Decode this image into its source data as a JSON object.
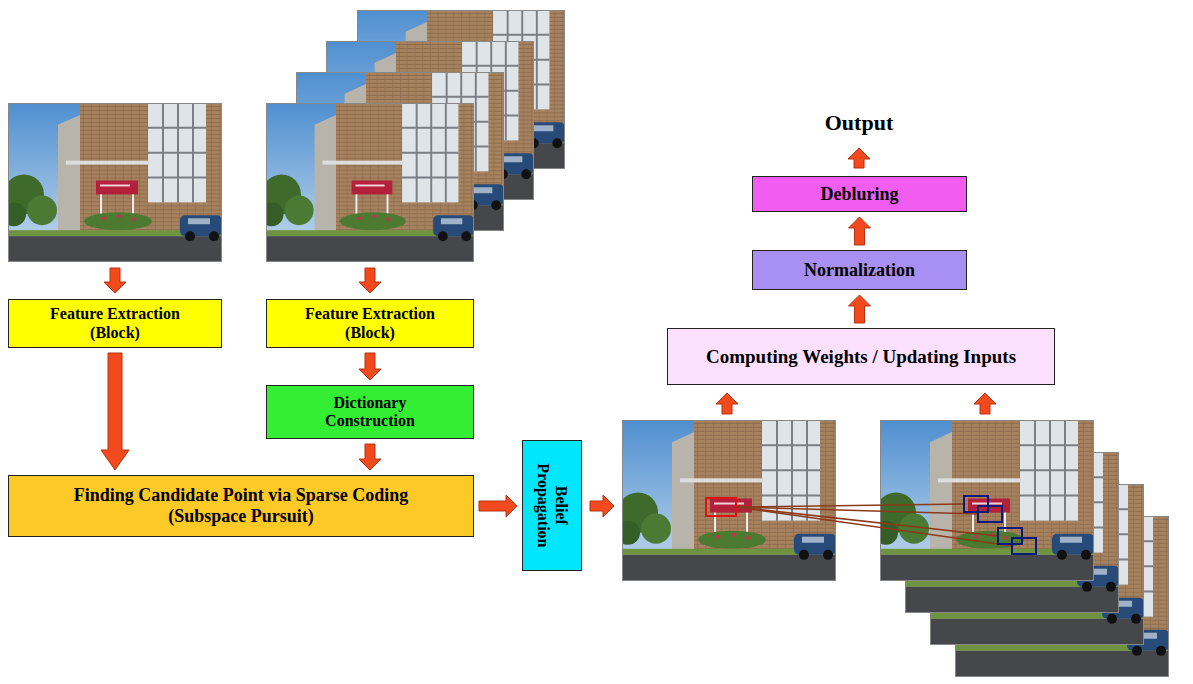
{
  "diagram": {
    "nodes": [
      {
        "text": [
          "Feature Extraction (Block)"
        ]
      },
      {
        "text": [
          "Feature Extraction (Block)"
        ]
      },
      {
        "text": [
          "Dictionary Construction"
        ]
      },
      {
        "text": [
          "Finding Candidate Point via Sparse Coding (Subspace Pursuit)"
        ]
      },
      {
        "text": [
          "Belief Propagation"
        ]
      },
      {
        "text": [
          "Computing Weights / Updating Inputs"
        ]
      },
      {
        "text": [
          "Normalization"
        ]
      },
      {
        "text": [
          "Debluring"
        ]
      }
    ],
    "edges": [
      {
        "from": 0,
        "to": 3,
        "arrow": "to"
      },
      {
        "from": 1,
        "to": 2,
        "arrow": "to"
      },
      {
        "from": 2,
        "to": 3,
        "arrow": "to"
      },
      {
        "from": 3,
        "to": 4,
        "arrow": "to"
      },
      {
        "from": 5,
        "to": 6,
        "arrow": "to"
      },
      {
        "from": 6,
        "to": 7,
        "arrow": "to"
      }
    ],
    "labels": [
      "Output"
    ]
  }
}
